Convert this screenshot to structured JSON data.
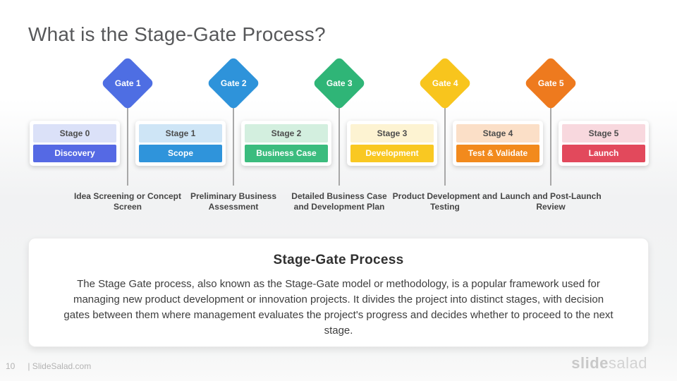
{
  "slide": {
    "title": "What is the Stage-Gate Process?",
    "page_number": "10",
    "footer_site": "| SlideSalad.com",
    "logo_bold": "slide",
    "logo_light": "salad"
  },
  "gates": [
    {
      "label": "Gate 1",
      "color": "#4e6ee3",
      "description": "Idea Screening or Concept Screen"
    },
    {
      "label": "Gate 2",
      "color": "#2e93da",
      "description": "Preliminary Business Assessment"
    },
    {
      "label": "Gate 3",
      "color": "#2fb577",
      "description": "Detailed Business Case and Development Plan"
    },
    {
      "label": "Gate 4",
      "color": "#f8c51d",
      "description": "Product Development and Testing"
    },
    {
      "label": "Gate 5",
      "color": "#ee7a1e",
      "description": "Launch and Post-Launch Review"
    }
  ],
  "stages": [
    {
      "stage": "Stage 0",
      "name": "Discovery",
      "head_bg": "#dbe1f8",
      "body_bg": "#5569e4"
    },
    {
      "stage": "Stage 1",
      "name": "Scope",
      "head_bg": "#cee5f6",
      "body_bg": "#2f94db"
    },
    {
      "stage": "Stage 2",
      "name": "Business Case",
      "head_bg": "#d3efdf",
      "body_bg": "#3bbc7e"
    },
    {
      "stage": "Stage 3",
      "name": "Development",
      "head_bg": "#fdf3d2",
      "body_bg": "#f9c822"
    },
    {
      "stage": "Stage 4",
      "name": "Test & Validate",
      "head_bg": "#fbdfc7",
      "body_bg": "#f28a1d"
    },
    {
      "stage": "Stage 5",
      "name": "Launch",
      "head_bg": "#f8d8de",
      "body_bg": "#e2495c"
    }
  ],
  "summary": {
    "heading": "Stage-Gate Process",
    "body": "The Stage Gate process, also known as the Stage-Gate model or methodology, is a popular framework used for managing new product development or innovation projects. It divides the project into distinct stages, with decision gates between them where management evaluates the project's progress and decides whether to proceed to the next stage."
  }
}
